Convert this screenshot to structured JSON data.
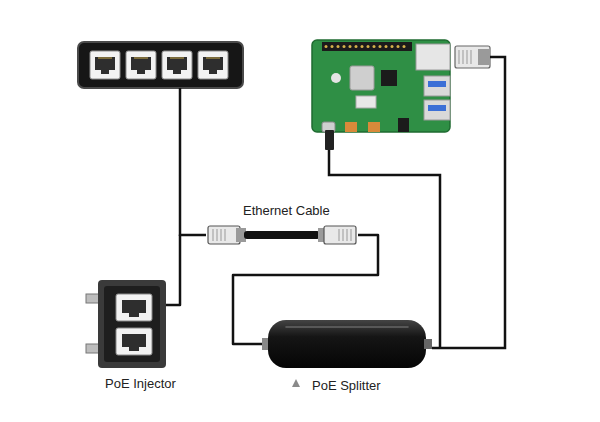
{
  "diagram": {
    "nodes": [
      {
        "text": [
          "Ethernet Cable"
        ]
      },
      {
        "text": [
          "PoE Injector"
        ]
      },
      {
        "text": [
          "PoE Splitter"
        ]
      }
    ],
    "edges": [
      {
        "from": 1,
        "to": 0,
        "arrow": "none"
      },
      {
        "from": 0,
        "to": 2,
        "arrow": "none"
      }
    ]
  }
}
